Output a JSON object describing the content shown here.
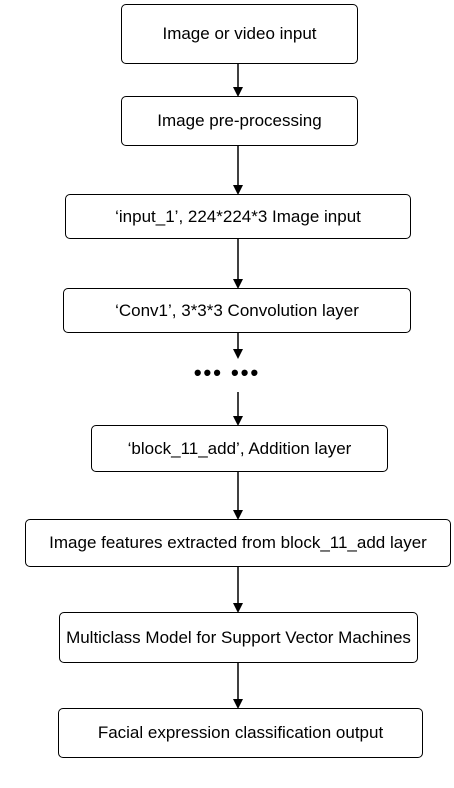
{
  "nodes": [
    {
      "id": "input",
      "label": "Image or video input"
    },
    {
      "id": "preprocess",
      "label": "Image pre-processing"
    },
    {
      "id": "input1",
      "label": "‘input_1’, 224*224*3 Image input"
    },
    {
      "id": "conv1",
      "label": "‘Conv1’, 3*3*3 Convolution layer"
    },
    {
      "id": "block11",
      "label": "‘block_11_add’, Addition layer"
    },
    {
      "id": "features",
      "label": "Image features extracted from block_11_add layer"
    },
    {
      "id": "svm",
      "label": "Multiclass Model for Support Vector Machines"
    },
    {
      "id": "output",
      "label": "Facial expression classification output"
    }
  ],
  "ellipsis": "••• •••",
  "edges": [
    [
      "input",
      "preprocess"
    ],
    [
      "preprocess",
      "input1"
    ],
    [
      "input1",
      "conv1"
    ],
    [
      "conv1",
      "ellipsis"
    ],
    [
      "ellipsis",
      "block11"
    ],
    [
      "block11",
      "features"
    ],
    [
      "features",
      "svm"
    ],
    [
      "svm",
      "output"
    ]
  ]
}
